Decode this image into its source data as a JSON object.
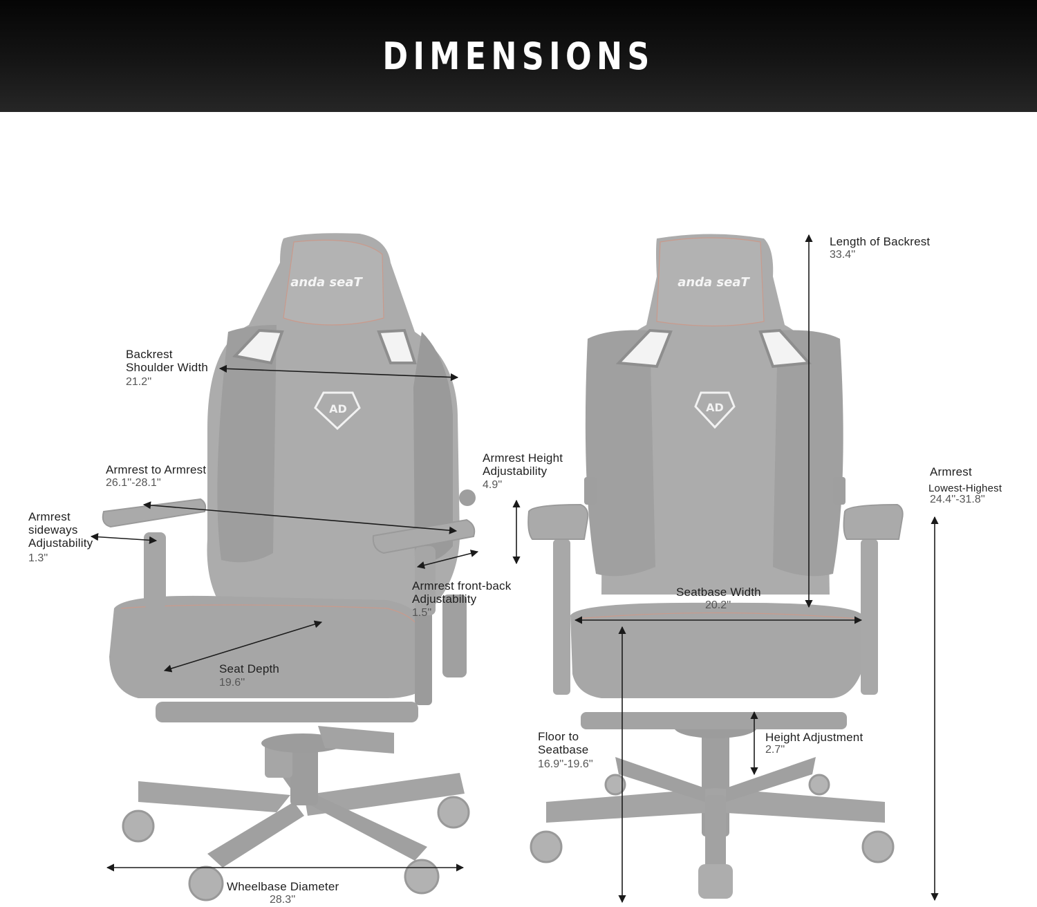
{
  "header": {
    "title": "DIMENSIONS"
  },
  "brand": {
    "logo_text": "anda seaT"
  },
  "colors": {
    "chair": "#a9a9a9",
    "chair_dark": "#959595",
    "stitch": "#c99a8c",
    "arrow": "#1a1a1a",
    "header": "#111111"
  },
  "dimensions": {
    "backrest_shoulder": {
      "label_1": "Backrest",
      "label_2": "Shoulder Width",
      "value": "21.2''"
    },
    "armrest_to_armrest": {
      "label": "Armrest to Armrest",
      "value": "26.1''-28.1''"
    },
    "armrest_sideways": {
      "label_1": "Armrest",
      "label_2": "sideways",
      "label_3": "Adjustability",
      "value": "1.3''"
    },
    "armrest_height": {
      "label_1": "Armrest Height",
      "label_2": "Adjustability",
      "value": "4.9''"
    },
    "armrest_front_back": {
      "label_1": "Armrest front-back",
      "label_2": "Adjustability",
      "value": "1.5''"
    },
    "seat_depth": {
      "label": "Seat Depth",
      "value": "19.6''"
    },
    "wheelbase": {
      "label": "Wheelbase Diameter",
      "value": "28.3''"
    },
    "backrest_length": {
      "label": "Length of Backrest",
      "value": "33.4''"
    },
    "armrest_range": {
      "label_1": "Armrest",
      "label_2": "Lowest-Highest",
      "value": "24.4''-31.8''"
    },
    "seatbase_width": {
      "label": "Seatbase Width",
      "value": "20.2''"
    },
    "floor_to_seat": {
      "label_1": "Floor to",
      "label_2": "Seatbase",
      "value": "16.9''-19.6''"
    },
    "height_adjustment": {
      "label": "Height Adjustment",
      "value": "2.7''"
    }
  }
}
